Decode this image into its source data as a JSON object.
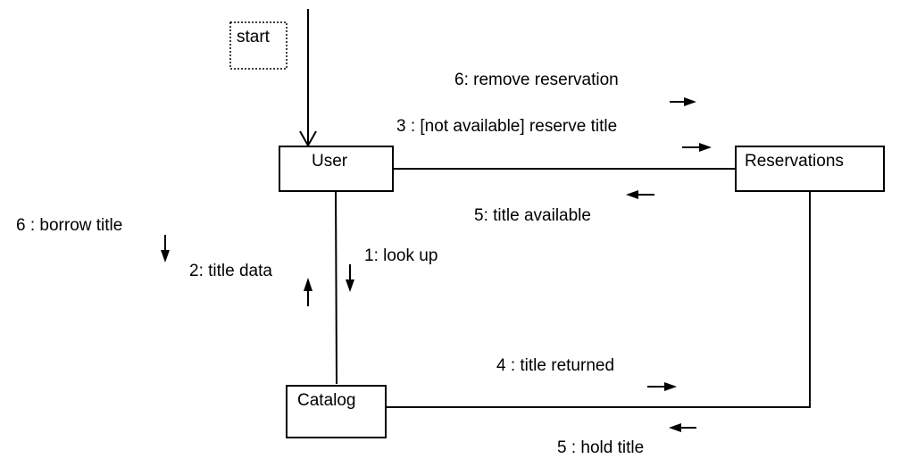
{
  "nodes": {
    "start": "start",
    "user": "User",
    "reservations": "Reservations",
    "catalog": "Catalog"
  },
  "messages": {
    "remove_reservation": "6: remove reservation",
    "reserve_title": "3 : [not available] reserve title",
    "title_available": "5: title available",
    "borrow_title": "6 : borrow title",
    "title_data": "2: title data",
    "look_up": "1: look up",
    "title_returned": "4 : title returned",
    "hold_title": "5 : hold title"
  }
}
